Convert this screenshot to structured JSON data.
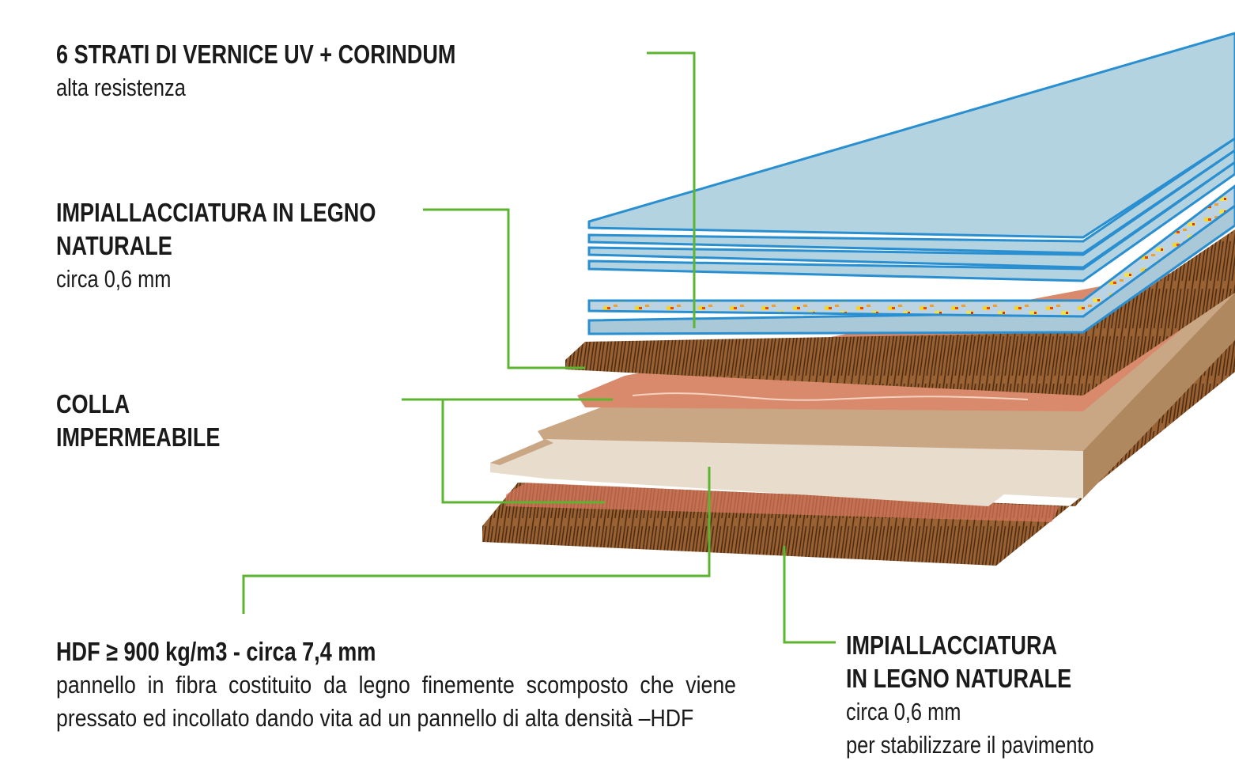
{
  "labels": {
    "uv": {
      "title": "6 STRATI DI VERNICE UV + CORINDUM",
      "sub": "alta resistenza"
    },
    "veneer_top": {
      "title_line1": "IMPIALLACCIATURA  IN  LEGNO",
      "title_line2": "NATURALE",
      "sub": "circa 0,6 mm"
    },
    "glue": {
      "title_line1": "COLLA",
      "title_line2": "IMPERMEABILE"
    },
    "hdf": {
      "title": "HDF ≥ 900 kg/m3 - circa 7,4 mm",
      "description": "pannello in fibra costituito da legno finemente scomposto che viene pressato ed incollato dando vita ad un pannello di  alta densità –HDF"
    },
    "veneer_bottom": {
      "title_line1": "IMPIALLACCIATURA",
      "title_line2": "IN LEGNO NATURALE",
      "sub1": "circa 0,6 mm",
      "sub2": "per stabilizzare il pavimento"
    }
  },
  "colors": {
    "leader": "#5cb531",
    "uv_layer": "#b3d3e0",
    "uv_edge": "#2a8fd0",
    "wood": "#7a4a22",
    "hdf": "#e6d6c4",
    "glue": "#d98a6c"
  }
}
